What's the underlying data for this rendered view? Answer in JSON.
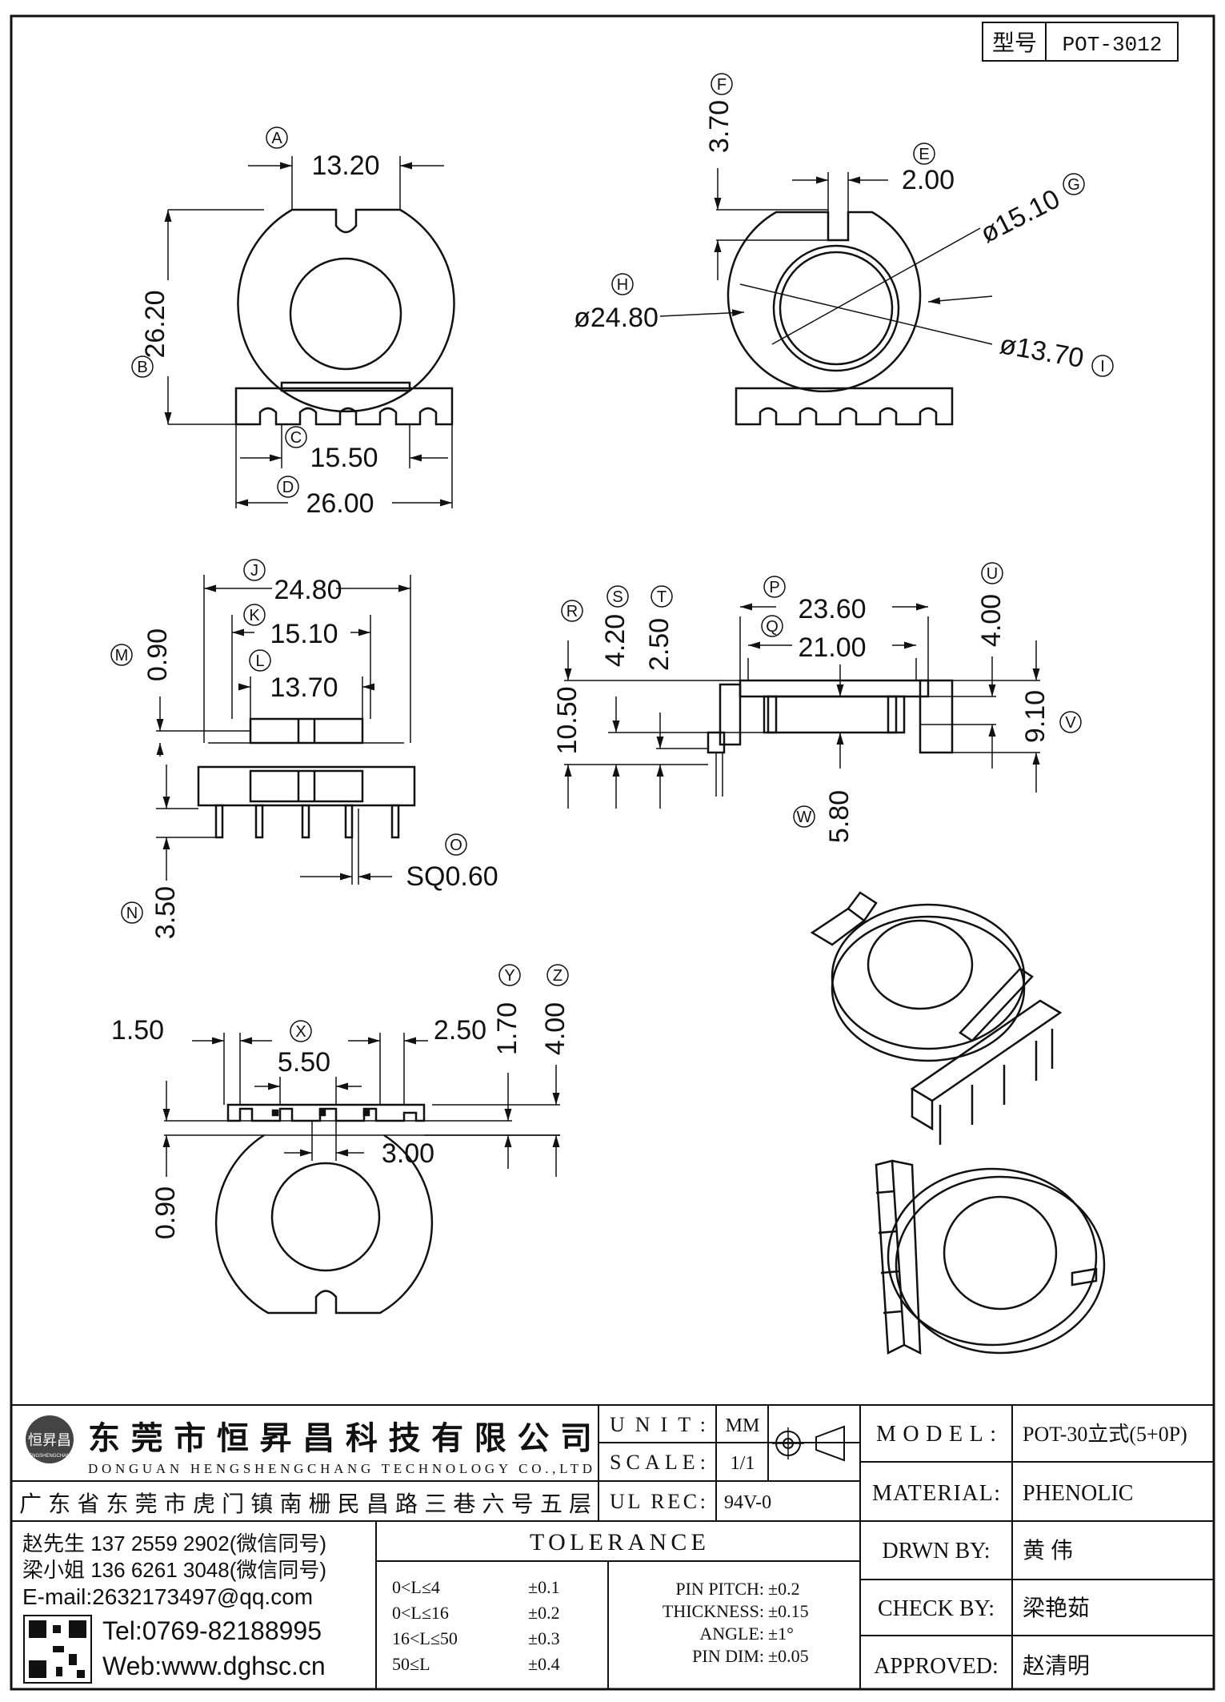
{
  "header": {
    "type_label": "型号",
    "type_value": "POT-3012"
  },
  "views": {
    "front": {
      "labels": [
        "A",
        "B",
        "C",
        "D"
      ],
      "dims": [
        "13.20",
        "26.20",
        "15.50",
        "26.00"
      ]
    },
    "front2": {
      "labels": [
        "E",
        "F",
        "G",
        "H",
        "I"
      ],
      "dims": [
        "2.00",
        "3.70",
        "ø15.10",
        "ø24.80",
        "ø13.70"
      ]
    },
    "side": {
      "labels": [
        "J",
        "K",
        "L",
        "M",
        "N",
        "O"
      ],
      "dims": [
        "24.80",
        "15.10",
        "13.70",
        "0.90",
        "3.50",
        "SQ0.60"
      ]
    },
    "side2": {
      "labels": [
        "P",
        "Q",
        "R",
        "S",
        "T",
        "U",
        "V",
        "W"
      ],
      "dims": [
        "23.60",
        "21.00",
        "10.50",
        "4.20",
        "2.50",
        "4.00",
        "9.10",
        "5.80"
      ]
    },
    "bottom": {
      "labels": [
        "X",
        "Y",
        "Z"
      ],
      "dims": [
        "1.50",
        "5.50",
        "2.50",
        "1.70",
        "4.00",
        "3.00",
        "0.90"
      ]
    }
  },
  "company": {
    "logo_text": "恒昇昌",
    "logo_sub": "HENGSHENGCHANG",
    "name_cn": "东莞市恒昇昌科技有限公司",
    "name_en": "DONGUAN HENGSHENGCHANG TECHNOLOGY CO.,LTD",
    "address": "广东省东莞市虎门镇南栅民昌路三巷六号五层",
    "contact1": "赵先生 137 2559 2902(微信同号)",
    "contact2": "梁小姐 136 6261 3048(微信同号)",
    "email": "E-mail:2632173497@qq.com",
    "tel": "Tel:0769-82188995",
    "web": "Web:www.dghsc.cn"
  },
  "spec": {
    "unit_label": "UNIT:",
    "unit_value": "MM",
    "scale_label": "SCALE:",
    "scale_value": "1/1",
    "ul_label": "UL REC:",
    "ul_value": "94V-0",
    "tolerance_title": "TOLERANCE",
    "tolerances": [
      {
        "range": "0<L≤4",
        "value": "±0.1"
      },
      {
        "range": "0<L≤16",
        "value": "±0.2"
      },
      {
        "range": "16<L≤50",
        "value": "±0.3"
      },
      {
        "range": "50≤L",
        "value": "±0.4"
      }
    ],
    "pin_tolerances": [
      {
        "label": "PIN PITCH:",
        "value": "±0.2"
      },
      {
        "label": "THICKNESS:",
        "value": "±0.15"
      },
      {
        "label": "ANGLE:",
        "value": "±1°"
      },
      {
        "label": "PIN DIM:",
        "value": "±0.05"
      }
    ]
  },
  "model_block": {
    "model_label": "MODEL:",
    "model_value": "POT-30立式(5+0P)",
    "material_label": "MATERIAL:",
    "material_value": "PHENOLIC",
    "drawn_label": "DRWN BY:",
    "drawn_value": "黄 伟",
    "check_label": "CHECK BY:",
    "check_value": "梁艳茹",
    "approved_label": "APPROVED:",
    "approved_value": "赵清明"
  }
}
